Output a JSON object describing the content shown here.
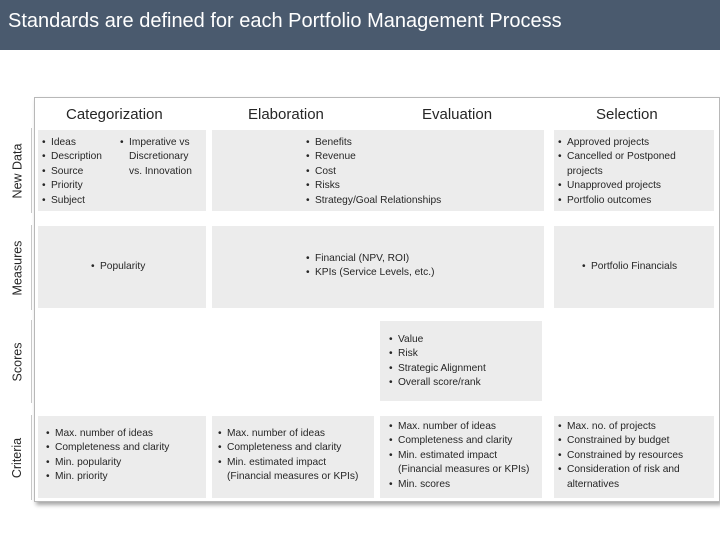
{
  "title": "Standards are defined for each Portfolio Management Process",
  "columns": [
    "Categorization",
    "Elaboration",
    "Evaluation",
    "Selection"
  ],
  "rows": [
    "New Data",
    "Measures",
    "Scores",
    "Criteria"
  ],
  "cells": {
    "new_data": {
      "categorization_a": [
        "Ideas",
        "Description",
        "Source",
        "Priority",
        "Subject"
      ],
      "categorization_b": [
        "Imperative vs Discretionary vs. Innovation"
      ],
      "elaboration_evaluation": [
        "Benefits",
        "Revenue",
        "Cost",
        "Risks",
        "Strategy/Goal Relationships"
      ],
      "selection": [
        "Approved projects",
        "Cancelled or Postponed projects",
        "Unapproved projects",
        "Portfolio outcomes"
      ]
    },
    "measures": {
      "categorization": [
        "Popularity"
      ],
      "elaboration_evaluation": [
        "Financial (NPV, ROI)",
        "KPIs (Service Levels, etc.)"
      ],
      "selection": [
        "Portfolio Financials"
      ]
    },
    "scores": {
      "evaluation": [
        "Value",
        "Risk",
        "Strategic Alignment",
        "Overall score/rank"
      ]
    },
    "criteria": {
      "categorization": [
        "Max. number of ideas",
        "Completeness and clarity",
        "Min. popularity",
        "Min. priority"
      ],
      "elaboration": [
        "Max. number of ideas",
        "Completeness and clarity",
        "Min. estimated impact (Financial measures or KPIs)"
      ],
      "evaluation": [
        "Max. number of ideas",
        "Completeness and clarity",
        "Min. estimated impact (Financial measures or KPIs)",
        "Min. scores"
      ],
      "selection": [
        "Max. no. of projects",
        "Constrained by budget",
        "Constrained by resources",
        "Consideration of risk and alternatives"
      ]
    }
  }
}
